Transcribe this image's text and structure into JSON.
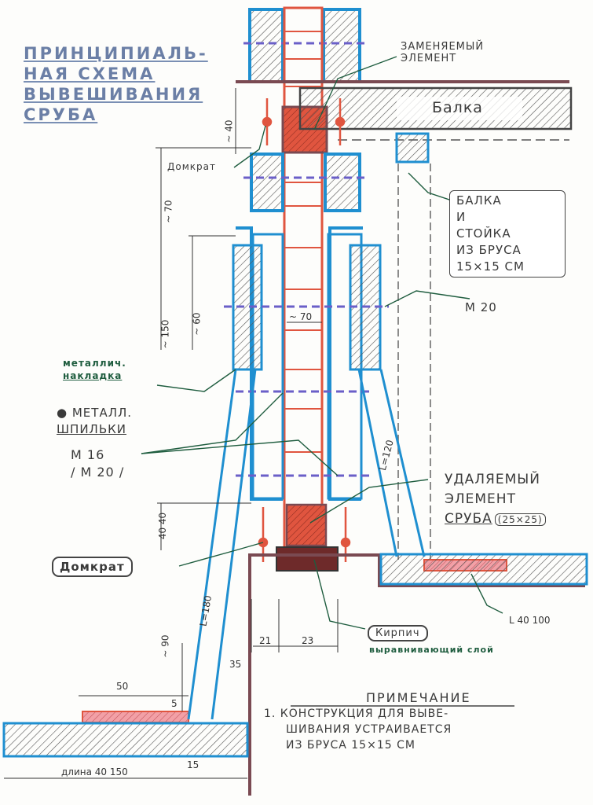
{
  "title": [
    "ПРИНЦИПИАЛЬ-",
    "НАЯ СХЕМА",
    "ВЫВЕШИВАНИЯ",
    "СРУБА"
  ],
  "labels": {
    "replaceable": [
      "ЗАМЕНЯЕМЫЙ",
      "ЭЛЕМЕНТ"
    ],
    "beam": "Балка",
    "beam_post": [
      "БАЛКА",
      "И",
      "СТОЙКА",
      "ИЗ БРУСА",
      "15×15 СМ"
    ],
    "jack_top": "Домкрат",
    "jack_bottom": "Домкрат",
    "bolt_m20": "М 20",
    "metal_plate": [
      "металлич.",
      "накладка"
    ],
    "metal_pins": [
      "● МЕТАЛЛ.",
      "ШПИЛЬКИ"
    ],
    "pin_sizes": [
      "М 16",
      "/ М 20 /"
    ],
    "removable": [
      "УДАЛЯЕМЫЙ",
      "ЭЛЕМЕНТ",
      "СРУБА"
    ],
    "removable_size": "(25×25)",
    "brick": "Кирпич",
    "leveling_layer": "выравнивающий слой",
    "length_top": "L 40 100",
    "length_bottom": "длина 40 150"
  },
  "dimensions": {
    "d40_top": "~ 40",
    "d70_left": "~ 70",
    "d70_mid": "~ 70",
    "d150": "~ 150",
    "d60": "~ 60",
    "d40_bottom": "40 40",
    "d90": "~ 90",
    "d21": "21",
    "d23": "23",
    "d35": "35",
    "d50": "50",
    "d5": "5",
    "d15": "15",
    "l120": "L=120",
    "l180": "L=180"
  },
  "note": {
    "heading": "ПРИМЕЧАНИЕ",
    "lines": [
      "1. КОНСТРУКЦИЯ ДЛЯ ВЫВЕ-",
      "ШИВАНИЯ УСТРАИВАЕТСЯ",
      "ИЗ БРУСА 15×15 СМ"
    ]
  },
  "colors": {
    "blue": "#1f8fd0",
    "red": "#e0553f",
    "brown": "#7a4a52",
    "purple": "#6a5fc8",
    "green_text": "#1f5d3f",
    "hatch": "#555555"
  }
}
